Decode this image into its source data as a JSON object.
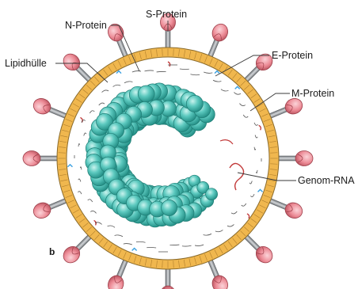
{
  "figure": {
    "panel_letter": "b",
    "labels": {
      "s_protein": "S-Protein",
      "n_protein": "N-Protein",
      "e_protein": "E-Protein",
      "lipid": "Lipidhülle",
      "m_protein": "M-Protein",
      "rna": "Genom-RNA"
    },
    "colors": {
      "membrane": "#f0b74e",
      "membrane_edge": "#8a6a2a",
      "spike_head": "#ec8a95",
      "spike_head_edge": "#9c3d48",
      "spike_stalk": "#9a9ea2",
      "nucleocapsid": "#5cc9bf",
      "nucleocapsid_edge": "#1f7d75",
      "rna": "#2b2b2b",
      "e_protein": "#3aa0e0",
      "m_protein": "#c23a3a"
    },
    "icons": {
      "spike": "spike-protein-icon",
      "bead": "nucleocapsid-bead-icon"
    }
  }
}
